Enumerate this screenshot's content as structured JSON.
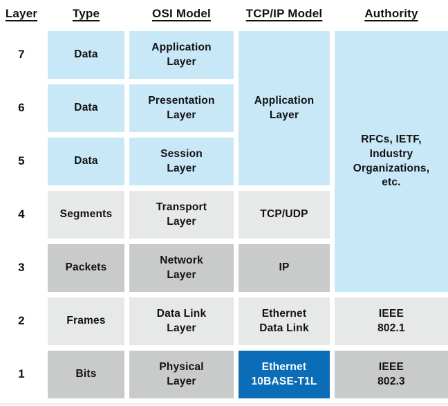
{
  "title": "OSI Model vs TCP/IP Model layer comparison table",
  "columns": [
    {
      "key": "layer",
      "label": "Layer"
    },
    {
      "key": "type",
      "label": "Type"
    },
    {
      "key": "osi",
      "label": "OSI Model"
    },
    {
      "key": "tcpip",
      "label": "TCP/IP Model"
    },
    {
      "key": "authority",
      "label": "Authority"
    }
  ],
  "rows": [
    {
      "layer": "7",
      "type": "Data",
      "osi": "Application\nLayer"
    },
    {
      "layer": "6",
      "type": "Data",
      "osi": "Presentation\nLayer"
    },
    {
      "layer": "5",
      "type": "Data",
      "osi": "Session\nLayer"
    },
    {
      "layer": "4",
      "type": "Segments",
      "osi": "Transport\nLayer",
      "tcpip": "TCP/UDP"
    },
    {
      "layer": "3",
      "type": "Packets",
      "osi": "Network\nLayer",
      "tcpip": "IP"
    },
    {
      "layer": "2",
      "type": "Frames",
      "osi": "Data Link\nLayer",
      "tcpip": "Ethernet\nData Link",
      "authority": "IEEE\n802.1"
    },
    {
      "layer": "1",
      "type": "Bits",
      "osi": "Physical\nLayer",
      "tcpip": "Ethernet\n10BASE-T1L",
      "authority": "IEEE\n802.3"
    }
  ],
  "merged_cells": {
    "tcpip_application": "Application\nLayer",
    "authority_rfcs": "RFCs, IETF,\nIndustry\nOrganizations,\netc."
  },
  "colors": {
    "light_blue": "#c9e8f7",
    "light_gray": "#e7e8e8",
    "medium_gray": "#c9caca",
    "highlight_blue": "#0b6db8",
    "highlight_text": "#ffffff",
    "text": "#111111"
  }
}
